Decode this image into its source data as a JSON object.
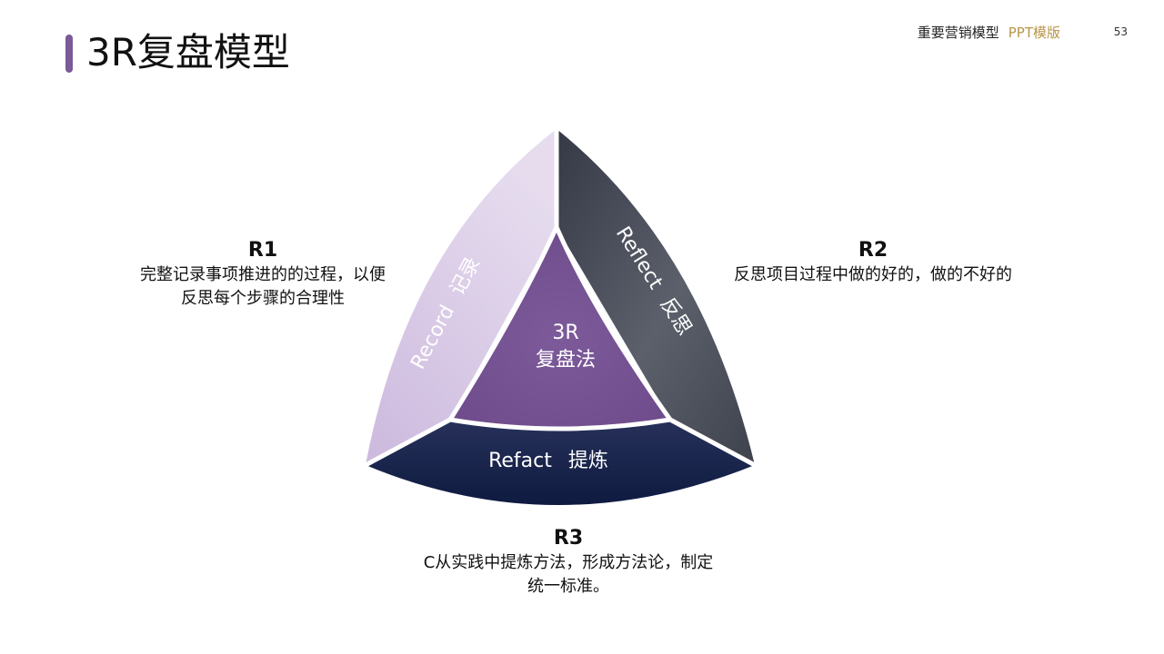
{
  "header": {
    "title": "3R复盘模型",
    "tag_main": "重要营销模型",
    "tag_accent": "PPT模版",
    "page_number": "53"
  },
  "colors": {
    "accent_bar": "#7b5a98",
    "record_segment": "#dccde7",
    "reflect_segment": "#4a4e58",
    "refact_segment": "#142047",
    "center": "#7a5596",
    "header_accent": "#b79549"
  },
  "diagram": {
    "center_line1": "3R",
    "center_line2": "复盘法",
    "segments": [
      {
        "name": "Record",
        "cn": "记录"
      },
      {
        "name": "Reflect",
        "cn": "反思"
      },
      {
        "name": "Refact",
        "cn": "提炼"
      }
    ]
  },
  "descriptions": [
    {
      "label": "R1",
      "lines": [
        "完整记录事项推进的的过程，以便",
        "反思每个步骤的合理性"
      ]
    },
    {
      "label": "R2",
      "lines": [
        "反思项目过程中做的好的，做的不好的"
      ]
    },
    {
      "label": "R3",
      "lines": [
        "C从实践中提炼方法，形成方法论，制定",
        "统一标准。"
      ]
    }
  ]
}
